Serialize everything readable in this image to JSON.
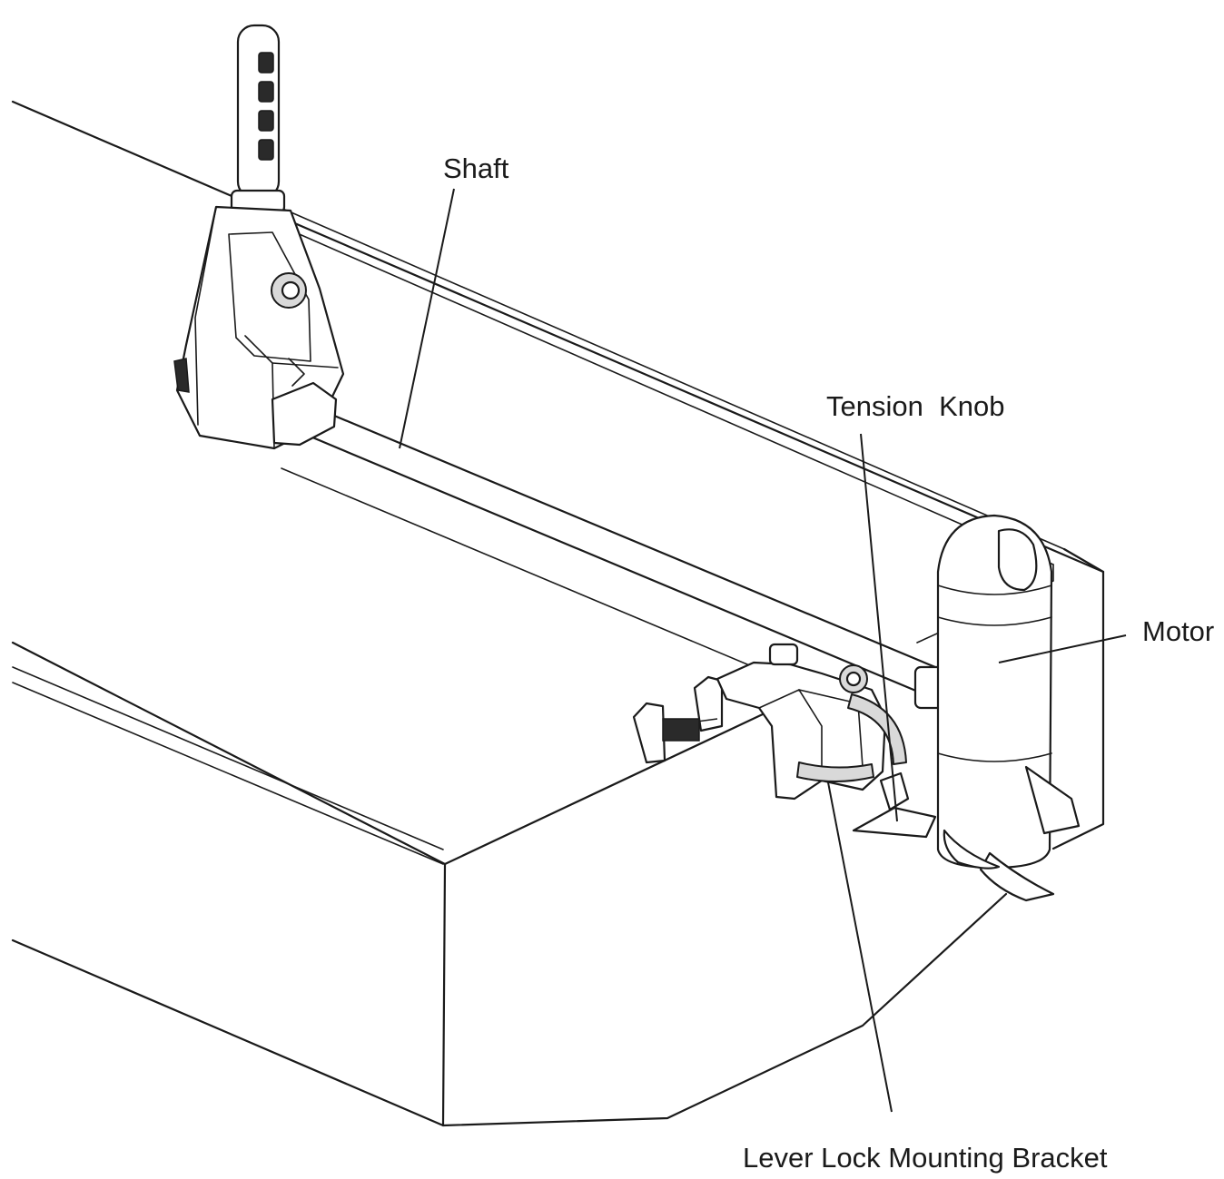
{
  "labels": {
    "shaft": "Shaft",
    "tension_knob": "Tension  Knob",
    "motor": "Motor",
    "bracket": "Lever Lock Mounting Bracket"
  },
  "icons": [
    "trolling-motor-head-icon",
    "boat-hull-icon",
    "motor-pod-icon",
    "mounting-bracket-icon"
  ]
}
